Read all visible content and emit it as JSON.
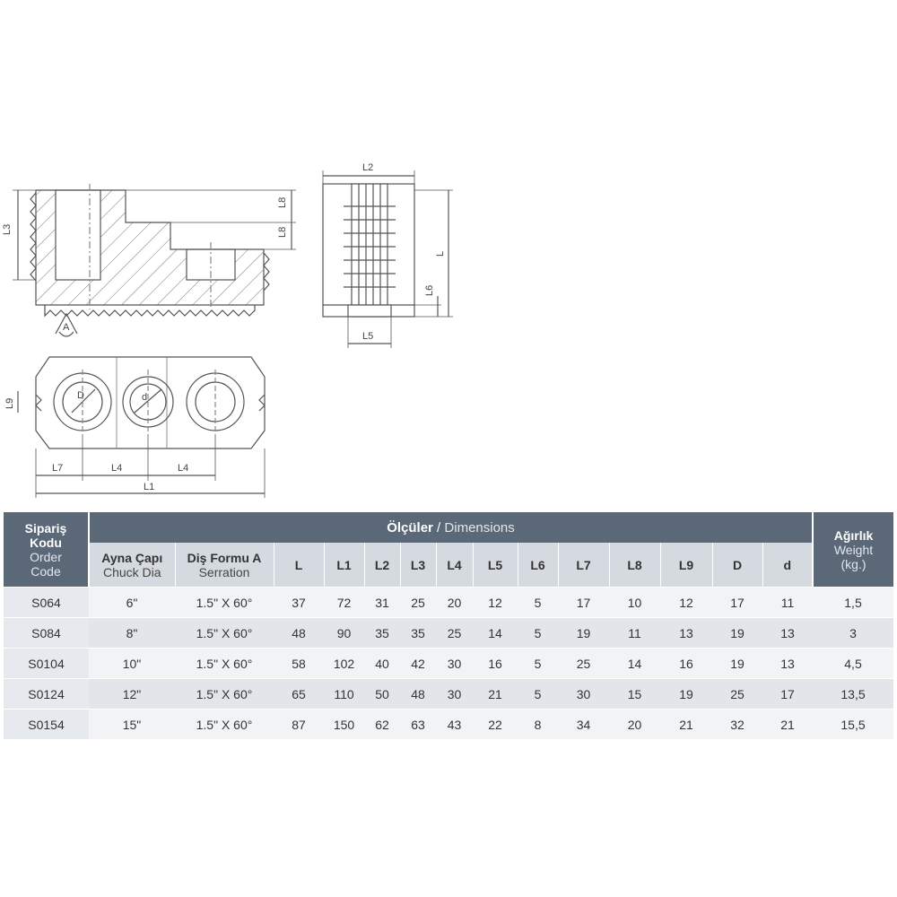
{
  "drawing": {
    "labels": {
      "L": "L",
      "L1": "L1",
      "L2": "L2",
      "L3": "L3",
      "L4a": "L4",
      "L4b": "L4",
      "L5": "L5",
      "L6": "L6",
      "L7": "L7",
      "L8a": "L8",
      "L8b": "L8",
      "L9": "L9",
      "A": "A",
      "D": "D",
      "d": "d"
    }
  },
  "table": {
    "order_code": {
      "tr_line1": "Sipariş",
      "tr_line2": "Kodu",
      "en_line1": "Order",
      "en_line2": "Code"
    },
    "dimensions": {
      "tr": "Ölçüler",
      "sep": " / ",
      "en": "Dimensions"
    },
    "weight": {
      "tr": "Ağırlık",
      "en_line1": "Weight",
      "en_line2": "(kg.)"
    },
    "chuck_dia": {
      "tr": "Ayna Çapı",
      "en": "Chuck Dia"
    },
    "serration": {
      "tr": "Diş Formu A",
      "en": "Serration"
    },
    "dim_columns": [
      "L",
      "L1",
      "L2",
      "L3",
      "L4",
      "L5",
      "L6",
      "L7",
      "L8",
      "L9",
      "D",
      "d"
    ],
    "rows": [
      {
        "code": "S064",
        "chuck": "6\"",
        "serration": "1.5\" X 60°",
        "dims": [
          "37",
          "72",
          "31",
          "25",
          "20",
          "12",
          "5",
          "17",
          "10",
          "12",
          "17",
          "11"
        ],
        "weight": "1,5"
      },
      {
        "code": "S084",
        "chuck": "8\"",
        "serration": "1.5\" X 60°",
        "dims": [
          "48",
          "90",
          "35",
          "35",
          "25",
          "14",
          "5",
          "19",
          "11",
          "13",
          "19",
          "13"
        ],
        "weight": "3"
      },
      {
        "code": "S0104",
        "chuck": "10\"",
        "serration": "1.5\" X 60°",
        "dims": [
          "58",
          "102",
          "40",
          "42",
          "30",
          "16",
          "5",
          "25",
          "14",
          "16",
          "19",
          "13"
        ],
        "weight": "4,5"
      },
      {
        "code": "S0124",
        "chuck": "12\"",
        "serration": "1.5\" X 60°",
        "dims": [
          "65",
          "110",
          "50",
          "48",
          "30",
          "21",
          "5",
          "30",
          "15",
          "19",
          "25",
          "17"
        ],
        "weight": "13,5"
      },
      {
        "code": "S0154",
        "chuck": "15\"",
        "serration": "1.5\" X 60°",
        "dims": [
          "87",
          "150",
          "62",
          "63",
          "43",
          "22",
          "8",
          "34",
          "20",
          "21",
          "32",
          "21"
        ],
        "weight": "15,5"
      }
    ]
  }
}
